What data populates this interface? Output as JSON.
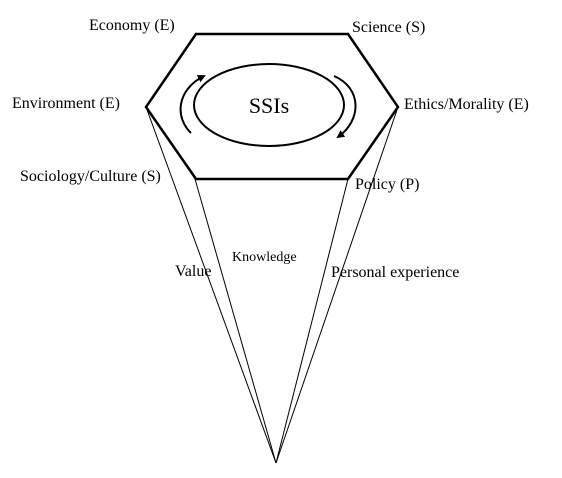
{
  "diagram": {
    "center_label": "SSIs",
    "vertices": {
      "top_left": "Economy (E)",
      "top_right": "Science (S)",
      "left": "Environment (E)",
      "right": "Ethics/Morality (E)",
      "bottom_left": "Sociology/Culture (S)",
      "bottom_right": "Policy (P)"
    },
    "cone_labels": {
      "left": "Value",
      "middle": "Knowledge",
      "right": "Personal experience"
    },
    "colors": {
      "stroke": "#000000",
      "background": "#ffffff"
    }
  }
}
